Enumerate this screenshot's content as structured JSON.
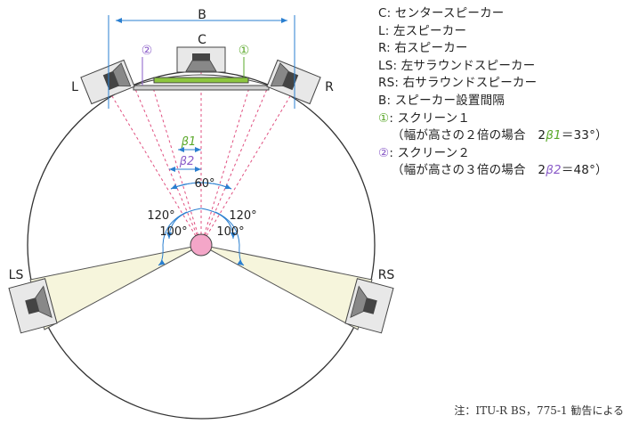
{
  "labels": {
    "B": "B",
    "C": "C",
    "L": "L",
    "R": "R",
    "LS": "LS",
    "RS": "RS",
    "screen1_marker": "①",
    "screen2_marker": "②",
    "beta1": "β1",
    "beta2": "β2",
    "angle_60": "60°",
    "angle_120_left": "120°",
    "angle_120_right": "120°",
    "angle_100_left": "100°",
    "angle_100_right": "100°"
  },
  "legend": {
    "c": "C: センタースピーカー",
    "l": "L: 左スピーカー",
    "r": "R: 右スピーカー",
    "ls": "LS: 左サラウンドスピーカー",
    "rs": "RS: 右サラウンドスピーカー",
    "b": "B: スピーカー設置間隔",
    "s1_mark": "①",
    "s1_text": ": スクリーン１",
    "s1_sub_pre": "（幅が高さの２倍の場合　2",
    "s1_sub_beta": "β1",
    "s1_sub_post": "＝33°）",
    "s2_mark": "②",
    "s2_text": ": スクリーン２",
    "s2_sub_pre": "（幅が高さの３倍の場合　2",
    "s2_sub_beta": "β2",
    "s2_sub_post": "＝48°）"
  },
  "note": "注：ITU-R BS，775-1 勧告による",
  "colors": {
    "screen1": "#8dc63f",
    "screen2": "#8a5cc8",
    "dimension": "#2a7fd0",
    "listener": "#f4a6c8",
    "sector": "#f6f5dc",
    "dashed_red": "#e05080"
  }
}
